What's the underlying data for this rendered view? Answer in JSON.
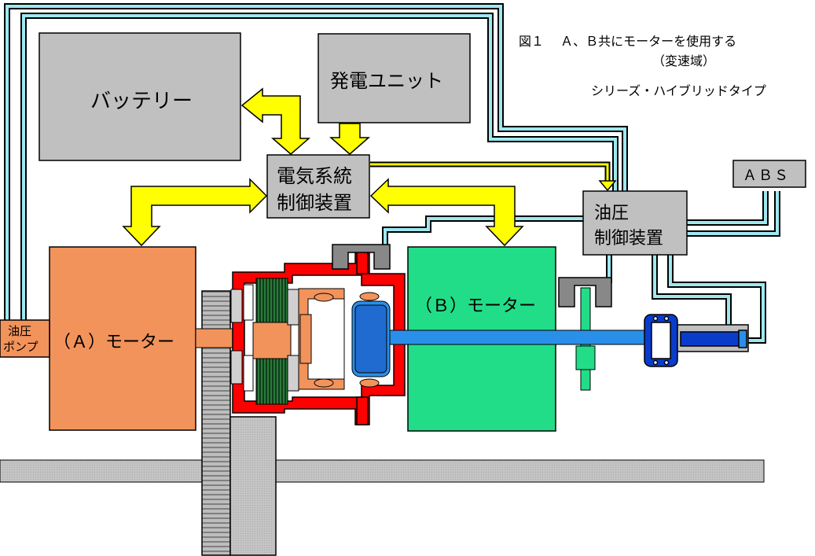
{
  "title": {
    "line1": "図１　 Ａ、Ｂ共にモーターを使用する",
    "line2": "シリーズ・ハイブリッドタイプ",
    "mode": "（変速域）"
  },
  "labels": {
    "battery": "バッテリー",
    "generator_unit": "発電ユニット",
    "electric_controller_line1": "電気系統",
    "electric_controller_line2": "制御装置",
    "hydraulic_controller_line1": "油圧",
    "hydraulic_controller_line2": "制御装置",
    "abs": "ＡＢＳ",
    "motor_a": "（Ａ）モーター",
    "motor_b": "（Ｂ）モーター",
    "oil_pump_line1": "油圧",
    "oil_pump_line2": "ポンプ"
  },
  "colors": {
    "control_box": "#c0c0c0",
    "hydraulic_line": "#9ee8f0",
    "power_arrow": "#ffff00",
    "motor_a": "#f2935b",
    "motor_b": "#22dd88",
    "clutch_red": "#ff0000",
    "gear_green": "#2b7a3a",
    "actuator_blue": "#0a3ccc",
    "shaft_blue": "#2a8fe8"
  }
}
